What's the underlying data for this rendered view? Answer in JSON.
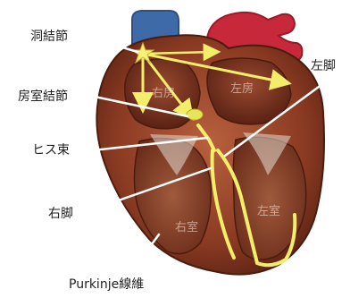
{
  "labels": {
    "sa_node": "洞結節",
    "av_node": "房室結節",
    "his_bundle": "ヒス束",
    "right_bundle": "右脚",
    "left_bundle": "左脚",
    "purkinje": "Purkinje線維"
  },
  "chambers": {
    "right_atrium": "右房",
    "left_atrium": "左房",
    "right_ventricle": "右室",
    "left_ventricle": "左室"
  },
  "colors": {
    "muscle": "#8a3a22",
    "muscle_light": "#b5573a",
    "chamber": "#6e2c1c",
    "vena_cava": "#3f6aa8",
    "aorta": "#c7283a",
    "conduction": "#f2ee6a",
    "pointer": "#ffffff"
  }
}
